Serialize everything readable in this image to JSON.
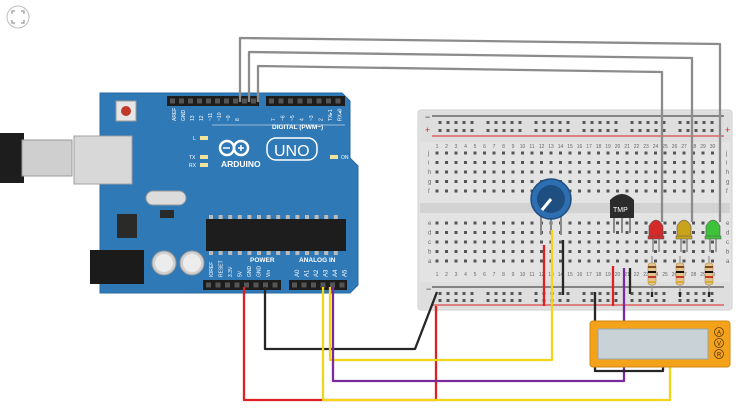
{
  "toolbar": {
    "fit_icon": "fit-view-icon"
  },
  "arduino": {
    "brand": "ARDUINO",
    "model": "UNO",
    "digital_label": "DIGITAL (PWM~)",
    "power_label": "POWER",
    "analog_label": "ANALOG IN",
    "on_label": "ON",
    "tx_label": "TX",
    "rx_label": "RX",
    "l_label": "L",
    "digital_pins": [
      "AREF",
      "GND",
      "13",
      "12",
      "~11",
      "~10",
      "~9",
      "8",
      "7",
      "~6",
      "~5",
      "4",
      "~3",
      "2",
      "TX▸1",
      "RX◂0"
    ],
    "power_pins": [
      "IOREF",
      "RESET",
      "3.3V",
      "5V",
      "GND",
      "GND",
      "Vin"
    ],
    "analog_pins": [
      "A0",
      "A1",
      "A2",
      "A3",
      "A4",
      "A5"
    ]
  },
  "breadboard": {
    "column_numbers": [
      "1",
      "2",
      "3",
      "4",
      "5",
      "6",
      "7",
      "8",
      "9",
      "10",
      "11",
      "12",
      "13",
      "14",
      "15",
      "16",
      "17",
      "18",
      "19",
      "20",
      "21",
      "22",
      "23",
      "24",
      "25",
      "26",
      "27",
      "28",
      "29",
      "30"
    ],
    "row_letters_top": [
      "j",
      "i",
      "h",
      "g",
      "f"
    ],
    "row_letters_bottom": [
      "e",
      "d",
      "c",
      "b",
      "a"
    ],
    "rail_plus": "+",
    "rail_minus": "−"
  },
  "components": {
    "temp_sensor_label": "TMP",
    "led_colors": [
      "#d42a2a",
      "#c9a31a",
      "#3ec23a"
    ]
  },
  "multimeter": {
    "modes": [
      "A",
      "V",
      "R"
    ]
  },
  "wire_colors": {
    "gray": "#8c8c8c",
    "red": "#e02020",
    "black": "#262626",
    "yellow": "#f2d51b",
    "purple": "#7b2a9e"
  },
  "colors": {
    "arduino_board": "#2f79b6",
    "breadboard": "#e4e4e4",
    "multimeter_body": "#f3a21a",
    "multimeter_screen": "#c9d2d6"
  }
}
